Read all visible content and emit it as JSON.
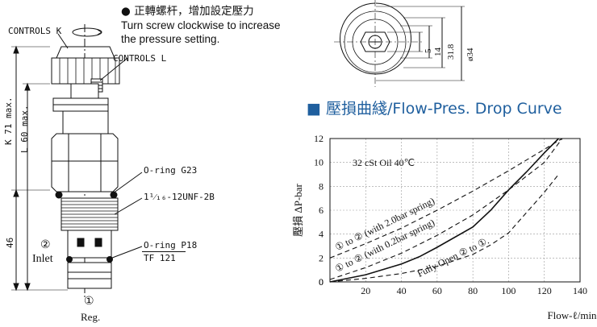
{
  "note": {
    "zh": "● 正轉螺杆，增加設定壓力",
    "en1": "Turn screw clockwise to increase",
    "en2": "the pressure setting."
  },
  "section_view": {
    "controls_k": "CONTROLS K",
    "controls_l": "CONTROLS L",
    "k_max": "K 71 max.",
    "l_max": "L 60 max.",
    "oring_g23": "O-ring G23",
    "thread": "1¹⁄₁₆-12UNF-2B",
    "dim_46": "46",
    "inlet_circle": "②",
    "inlet": "Inlet",
    "oring_p18": "O-ring P18",
    "tf": "TF 121",
    "reg_circle": "①",
    "reg": "Reg."
  },
  "top_view": {
    "dim_5": "5",
    "dim_14": "14",
    "dim_31_8": "31.8",
    "dim_34": "ø34"
  },
  "chart_title": "■ 壓損曲綫/Flow-Pres. Drop Curve",
  "chart_data": {
    "type": "line",
    "title": "壓損曲綫/Flow-Pres. Drop Curve",
    "ylabel": "壓損 ΔP-bar",
    "xlabel": "Flow-ℓ/min",
    "xlim": [
      0,
      140
    ],
    "ylim": [
      0,
      12
    ],
    "xticks": [
      20,
      40,
      60,
      80,
      100,
      120,
      140
    ],
    "yticks": [
      0,
      2,
      4,
      6,
      8,
      10,
      12
    ],
    "grid": true,
    "condition": "32 cSt Oil 40℃",
    "series": [
      {
        "name": "① to ② (with 2.0bar spring)",
        "style": "dashed",
        "x": [
          0,
          20,
          40,
          60,
          80,
          100,
          120,
          130
        ],
        "y": [
          2.0,
          3.2,
          4.5,
          6.0,
          7.6,
          9.3,
          11.1,
          12.0
        ]
      },
      {
        "name": "① to ② (with 0.2bar spring)",
        "style": "dashed",
        "x": [
          0,
          20,
          40,
          60,
          80,
          100,
          120,
          130
        ],
        "y": [
          0.2,
          1.2,
          2.4,
          3.9,
          5.6,
          7.7,
          10.0,
          12.0
        ]
      },
      {
        "name": "Fully Open ② to ①.",
        "style": "solid",
        "x": [
          0,
          20,
          40,
          50,
          60,
          80,
          90,
          100,
          110,
          120,
          128
        ],
        "y": [
          0,
          0.6,
          1.5,
          2.1,
          2.9,
          4.6,
          6.0,
          7.7,
          9.2,
          10.8,
          12.0
        ]
      },
      {
        "name": "",
        "style": "dashed",
        "x": [
          0,
          20,
          40,
          60,
          80,
          90,
          100,
          120,
          128
        ],
        "y": [
          0,
          0.3,
          0.7,
          1.3,
          2.3,
          3.1,
          4.1,
          7.5,
          9.0
        ]
      }
    ]
  }
}
